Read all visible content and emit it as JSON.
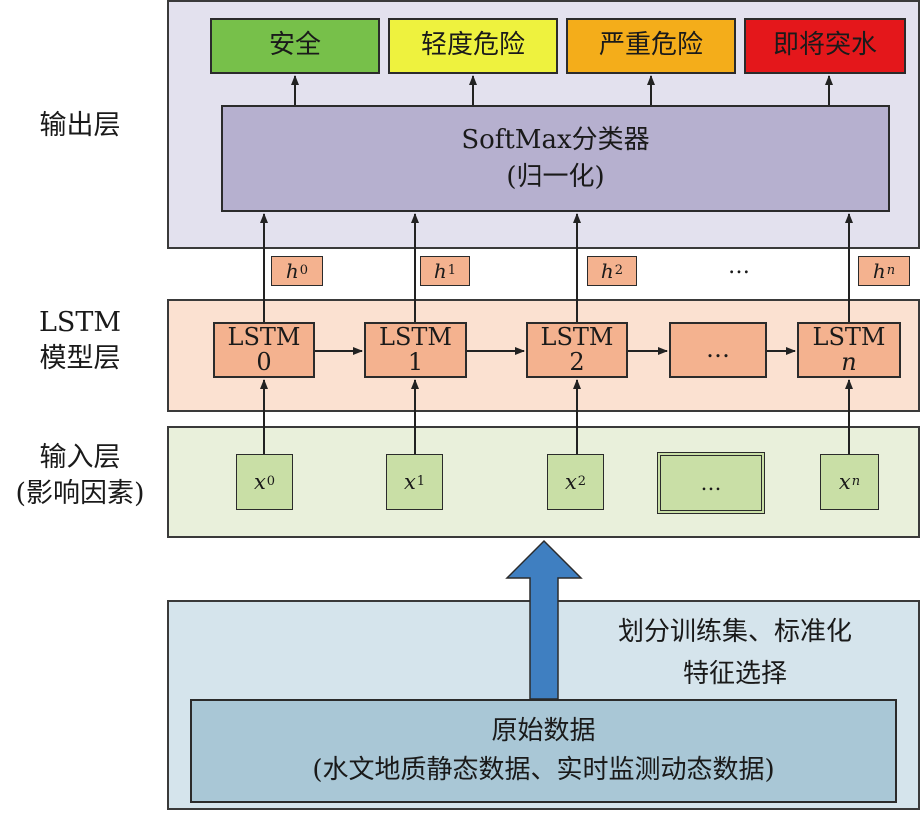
{
  "colors": {
    "output_panel": "#e3e1ee",
    "lstm_panel": "#fbe1d1",
    "input_panel": "#e9f0db",
    "data_panel": "#d5e4ec",
    "softmax": "#b6b0cf",
    "lstm_cell": "#f4b28f",
    "input_cell": "#c9dfa6",
    "raw_data": "#a9c7d6",
    "big_arrow": "#3f7fc1",
    "safe": "#77c04a",
    "mild": "#eef23e",
    "severe": "#f4ad1a",
    "imminent": "#e4171b"
  },
  "layers": {
    "output": "输出层",
    "lstm_line1": "LSTM",
    "lstm_line2": "模型层",
    "input_line1": "输入层",
    "input_line2": "(影响因素)"
  },
  "outputs": [
    "安全",
    "轻度危险",
    "严重危险",
    "即将突水"
  ],
  "softmax": {
    "line1": "SoftMax分类器",
    "line2": "(归一化)"
  },
  "hidden": [
    {
      "base": "h",
      "sub": "0"
    },
    {
      "base": "h",
      "sub": "1"
    },
    {
      "base": "h",
      "sub": "2"
    },
    {
      "base": "h",
      "sub": "n"
    }
  ],
  "hidden_ellipsis": "…",
  "lstm_cells": [
    {
      "title": "LSTM",
      "index": "0"
    },
    {
      "title": "LSTM",
      "index": "1"
    },
    {
      "title": "LSTM",
      "index": "2"
    },
    {
      "title": "…",
      "index": ""
    },
    {
      "title": "LSTM",
      "index": "n"
    }
  ],
  "inputs": [
    {
      "base": "x",
      "sub": "0"
    },
    {
      "base": "x",
      "sub": "1"
    },
    {
      "base": "x",
      "sub": "2"
    },
    {
      "base": "…",
      "sub": ""
    },
    {
      "base": "x",
      "sub": "n"
    }
  ],
  "preprocess": {
    "line1": "划分训练集、标准化",
    "line2": "特征选择"
  },
  "raw_data": {
    "line1": "原始数据",
    "line2": "(水文地质静态数据、实时监测动态数据)"
  }
}
